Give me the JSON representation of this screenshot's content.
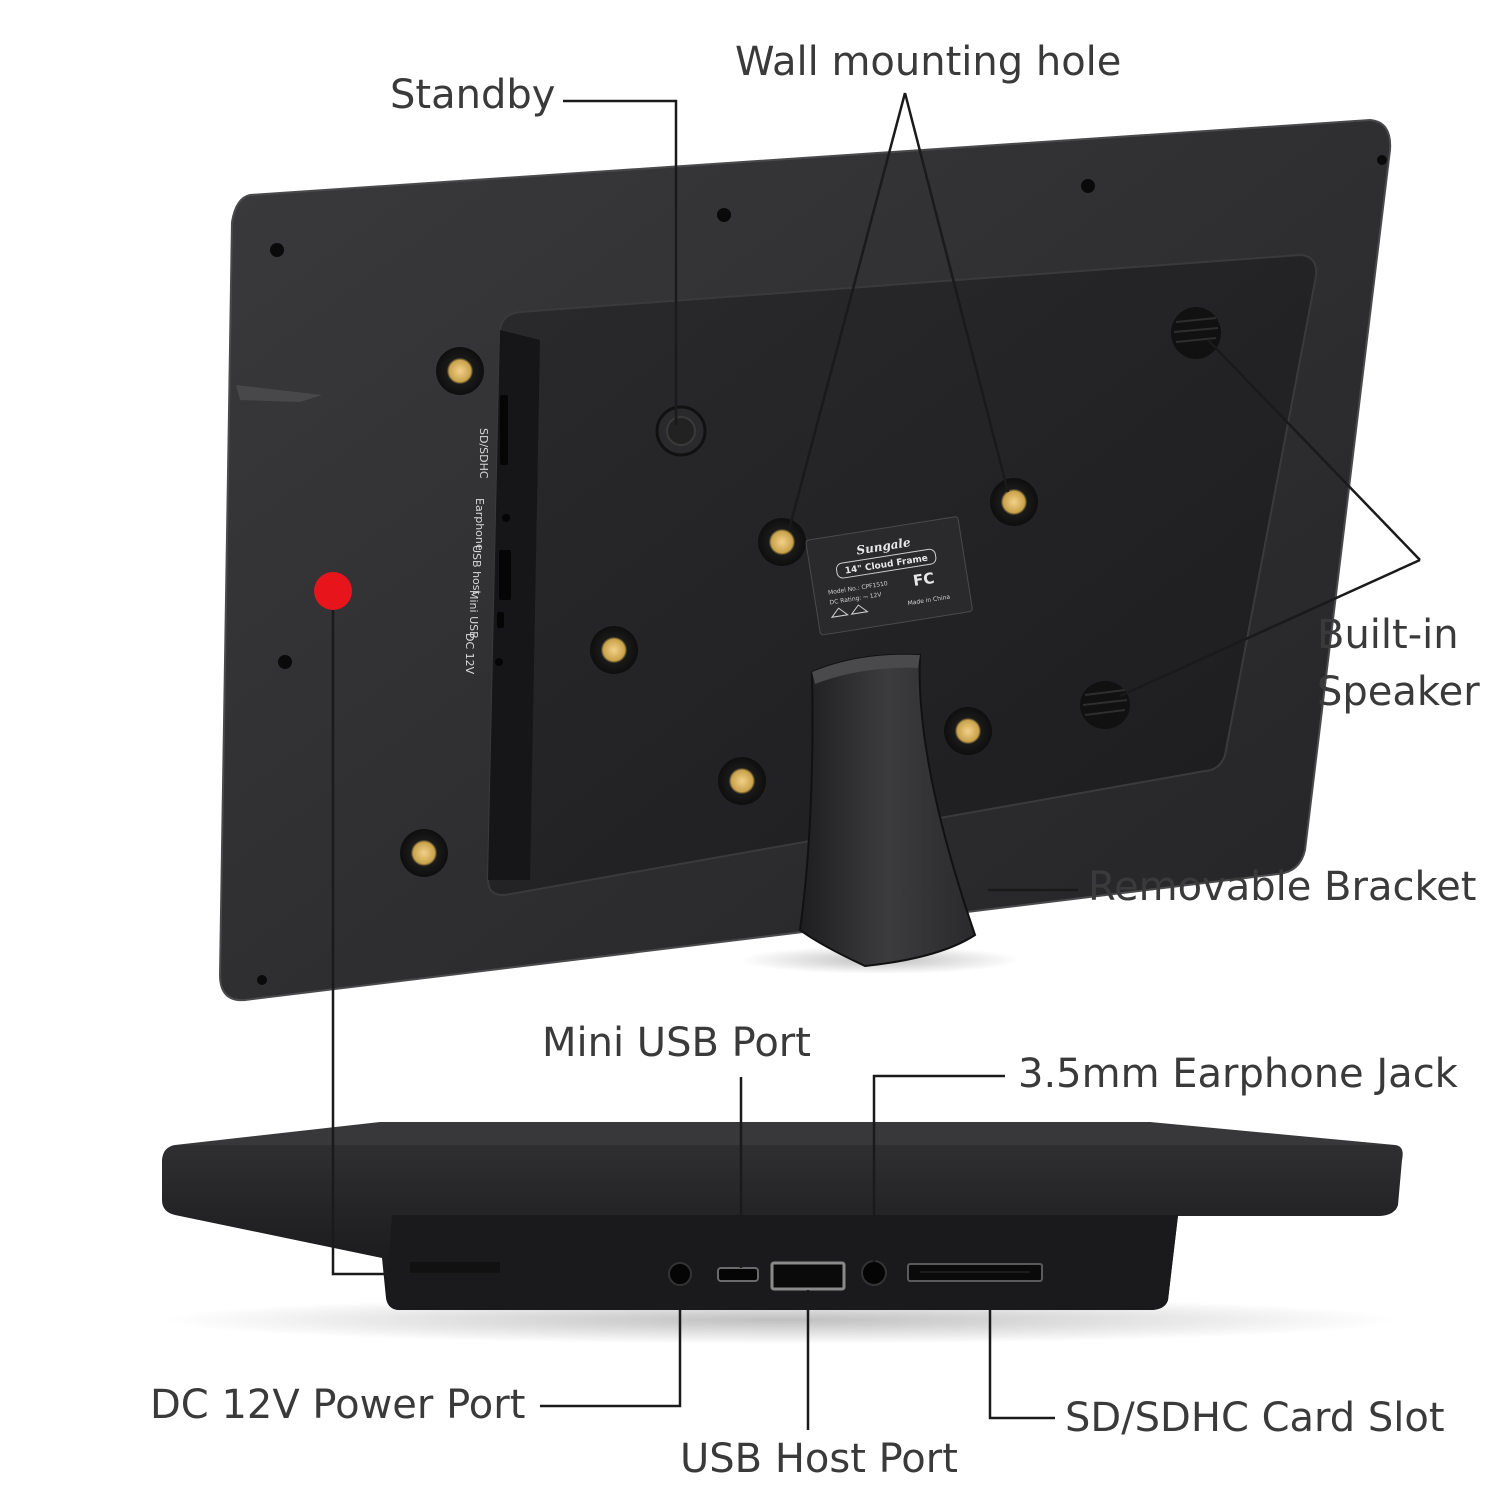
{
  "callouts": {
    "standby": "Standby",
    "wall_mounting_hole": "Wall mounting hole",
    "built_in_speaker_line1": "Built-in",
    "built_in_speaker_line2": "Speaker",
    "removable_bracket": "Removable Bracket",
    "mini_usb_port": "Mini USB Port",
    "earphone_jack": "3.5mm Earphone Jack",
    "dc_power_port": "DC 12V Power Port",
    "usb_host_port": "USB Host Port",
    "sd_card_slot": "SD/SDHC Card Slot"
  },
  "side_panel_labels": [
    "SD/SDHC",
    "Earphone",
    "USB host",
    "Mini USB",
    "DC 12V"
  ],
  "device_label": {
    "brand": "Sungale",
    "model": "14\" Cloud Frame",
    "model_no": "Model No.: CPF1510",
    "dc_rating": "DC Rating: ⎓ 12V",
    "fcc": "FC",
    "origin": "Made in China"
  },
  "colors": {
    "body": "#2c2c2e",
    "body_dark": "#1b1b1d",
    "leader_line": "#1a1a1a",
    "power_indicator": "#e8141c",
    "screw_gold": "#c9a24a"
  }
}
